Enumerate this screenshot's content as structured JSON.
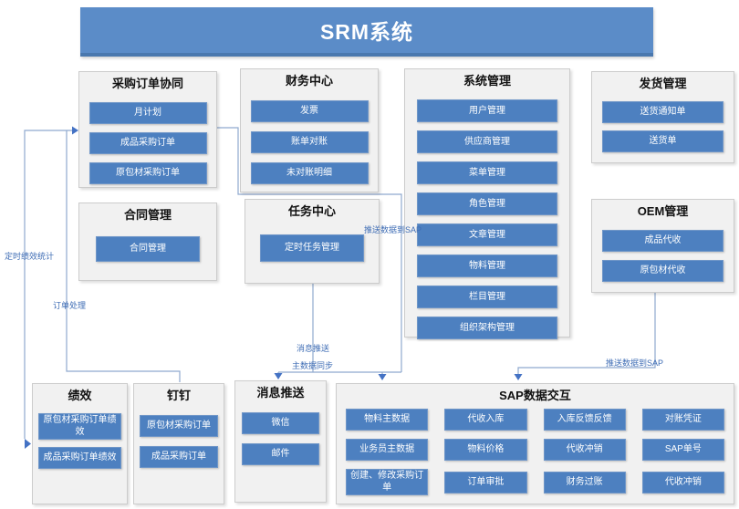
{
  "header": {
    "title": "SRM系统"
  },
  "groups": {
    "purchase": {
      "title": "采购订单协同",
      "items": [
        "月计划",
        "成品采购订单",
        "原包材采购订单"
      ]
    },
    "finance": {
      "title": "财务中心",
      "items": [
        "发票",
        "账单对账",
        "未对账明细"
      ]
    },
    "system": {
      "title": "系统管理",
      "items": [
        "用户管理",
        "供应商管理",
        "菜单管理",
        "角色管理",
        "文章管理",
        "物料管理",
        "栏目管理",
        "组织架构管理"
      ]
    },
    "shipping": {
      "title": "发货管理",
      "items": [
        "送货通知单",
        "送货单"
      ]
    },
    "contract": {
      "title": "合同管理",
      "items": [
        "合同管理"
      ]
    },
    "task": {
      "title": "任务中心",
      "items": [
        "定时任务管理"
      ]
    },
    "oem": {
      "title": "OEM管理",
      "items": [
        "成品代收",
        "原包材代收"
      ]
    },
    "performance": {
      "title": "绩效",
      "items": [
        "原包材采购订单绩效",
        "成品采购订单绩效"
      ]
    },
    "dingtalk": {
      "title": "钉钉",
      "items": [
        "原包材采购订单",
        "成品采购订单"
      ]
    },
    "message": {
      "title": "消息推送",
      "items": [
        "微信",
        "邮件"
      ]
    },
    "sap": {
      "title": "SAP数据交互",
      "items": [
        "物料主数据",
        "代收入库",
        "入库反馈反馈",
        "对账凭证",
        "业务员主数据",
        "物料价格",
        "代收冲销",
        "SAP单号",
        "创建、修改采购订单",
        "订单审批",
        "财务过账",
        "代收冲销"
      ]
    }
  },
  "connector_labels": {
    "timed_performance": "定时绩效统计",
    "order_processing": "订单处理",
    "message_push": "消息推送",
    "master_data_sync": "主数据同步",
    "push_to_sap_left": "推送数据到SAP",
    "push_to_sap_right": "推送数据到SAP"
  },
  "colors": {
    "header_blue": "#5b8cc8",
    "node_blue": "#4d80c0",
    "line_blue": "#8fa9cf",
    "arrow_blue": "#4472c4",
    "label_blue": "#3f6db5",
    "group_gray": "#f1f1f1"
  }
}
